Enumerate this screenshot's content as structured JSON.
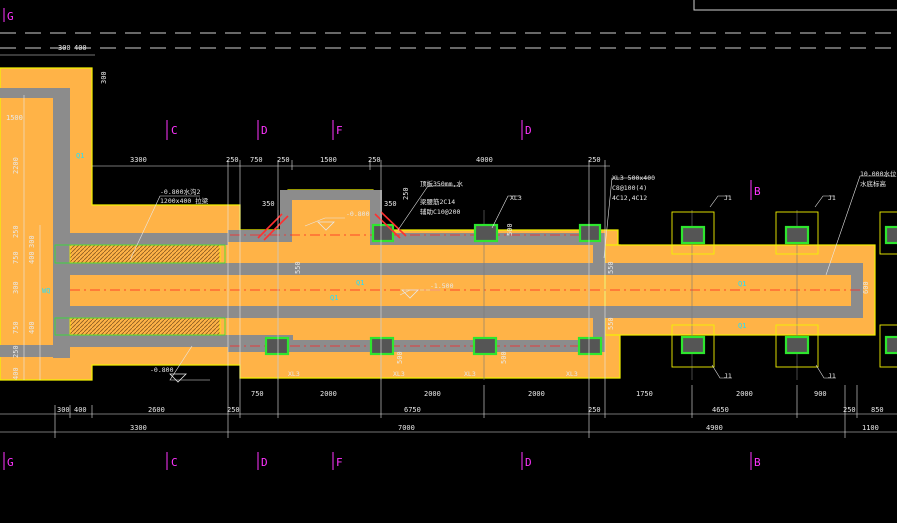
{
  "axis_labels_top": [
    {
      "id": "G",
      "text": "G"
    },
    {
      "id": "C",
      "text": "C"
    },
    {
      "id": "D1",
      "text": "D"
    },
    {
      "id": "F",
      "text": "F"
    },
    {
      "id": "D2",
      "text": "D"
    },
    {
      "id": "B",
      "text": "B"
    }
  ],
  "axis_labels_bottom": [
    {
      "id": "G",
      "text": "G"
    },
    {
      "id": "C",
      "text": "C"
    },
    {
      "id": "D1",
      "text": "D"
    },
    {
      "id": "F",
      "text": "F"
    },
    {
      "id": "D2",
      "text": "D"
    },
    {
      "id": "B",
      "text": "B"
    }
  ],
  "dims_top": {
    "d300a": "300",
    "d400a": "400",
    "d3300": "3300",
    "d250a": "250",
    "d750": "750",
    "d250b": "250",
    "d1500": "1500",
    "d250c": "250",
    "d4000": "4000",
    "d250d": "250"
  },
  "dims_left": {
    "d300": "300",
    "d1500": "1500",
    "d2200": "2200",
    "d250a": "250",
    "d300b": "300",
    "d750a": "750",
    "d400a": "400",
    "d300c": "300",
    "d750b": "750",
    "d400b": "400",
    "d250b": "250",
    "d400c": "400"
  },
  "dims_bottom_row1": {
    "d300": "300",
    "d400": "400",
    "d2600": "2600",
    "d250a": "250",
    "d750": "750",
    "d2000a": "2000",
    "d6750": "6750",
    "d2000b": "2000",
    "d2000c": "2000",
    "d250b": "250",
    "d1750": "1750",
    "d4650": "4650",
    "d2000d": "2000",
    "d900": "900",
    "d250c": "250",
    "d850": "850"
  },
  "dims_bottom_row2": {
    "d3300": "3300",
    "d7000": "7000",
    "d4900": "4900",
    "d1100": "1100"
  },
  "inner_dims": {
    "d350a": "350",
    "d350b": "350",
    "d250": "250",
    "d550a": "550",
    "d550b": "550",
    "d550c": "550",
    "d500a": "500",
    "d500b": "500",
    "d500c": "500",
    "d600": "600"
  },
  "annotations": {
    "elev_left_top": "-0.800水沟2",
    "elev_left_top2": "1200x400 拉梁",
    "elev_mid": "-0.800",
    "elev_center": "-1.500",
    "elev_left_bottom": "-0.800",
    "callout1": "顶板350mm,水",
    "callout2": "梁腰筋2C14",
    "callout3": "辅助C10@200",
    "xl3_spec1": "XL3 500x400",
    "xl3_spec2": "C8@100(4)",
    "xl3_spec3": "4C12,4C12",
    "right_note1": "10.000水位",
    "right_note2": "水底标高",
    "xl3_top": "XL3",
    "xl3_b1": "XL3",
    "xl3_b2": "XL3",
    "xl3_b3": "XL3",
    "xl3_b4": "XL3",
    "j1_t1": "J1",
    "j1_t2": "J1",
    "j1_b1": "J1",
    "j1_b2": "J1",
    "mark_ww": "WQ",
    "mark_q1": "Q1",
    "mark_q2": "Q1",
    "mark_q3": "Q1",
    "mark_q4": "Q1",
    "mark_q5": "Q1"
  },
  "colors": {
    "background": "#000000",
    "slab": "#ffb347",
    "wall": "#8c8c8c",
    "outline": "#f2f200",
    "column": "#2ee62e",
    "axis": "#ff33ff",
    "dimension": "#e8e8e8",
    "centerline": "#ff2020"
  }
}
